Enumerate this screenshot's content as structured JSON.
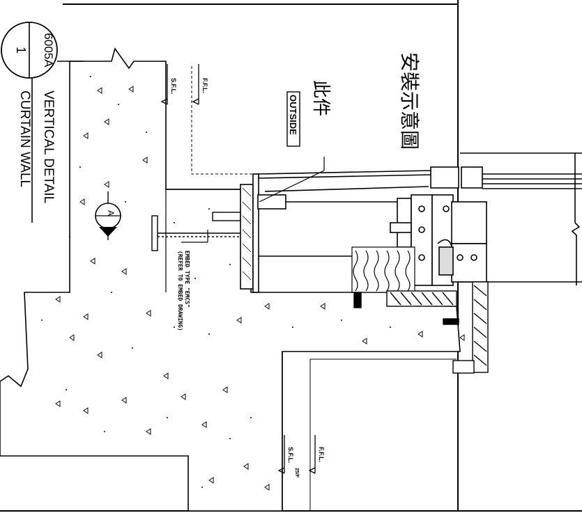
{
  "title": {
    "detail_number": "1",
    "sheet_ref": "6005A",
    "line1": "VERTICAL DETAIL",
    "line2": "CURTAIN WALL"
  },
  "notes": {
    "install_note": "安裝示意圖",
    "this_part": "此件",
    "outside_tag": "OUTSIDE",
    "embed_line1": "EMBED TYPE \"EMCS\"",
    "embed_line2": "(REFER TO EMBED DRAWING)"
  },
  "section_marker": {
    "letter": "A",
    "ref": "—"
  },
  "levels": {
    "upper_sfl": "S.F.L.",
    "upper_ffl": "F.F.L.",
    "lower_sfl": "S.F.L.",
    "lower_sfl_dim": "25/F",
    "lower_ffl": "F.F.L."
  },
  "colors": {
    "line": "#000000",
    "paper": "#ffffff",
    "concrete_fill": "#ffffff"
  }
}
